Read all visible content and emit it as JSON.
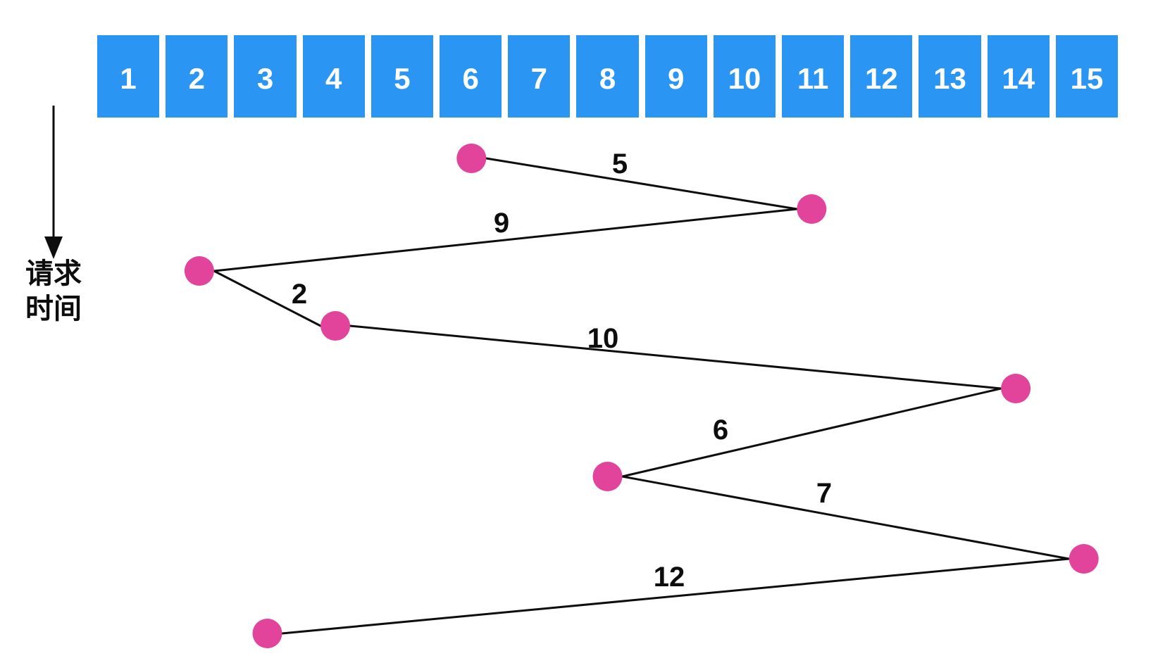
{
  "colors": {
    "bar_blue": "#2a95f2",
    "dot_pink": "#e2439b",
    "line_black": "#0d0d0d",
    "cell_text": "#ffffff",
    "background": "#ffffff"
  },
  "track_bar": {
    "cells": [
      "1",
      "2",
      "3",
      "4",
      "5",
      "6",
      "7",
      "8",
      "9",
      "10",
      "11",
      "12",
      "13",
      "14",
      "15"
    ]
  },
  "time_axis": {
    "label_line1": "请求",
    "label_line2": "时间",
    "arrow_direction": "down"
  },
  "chart_data": {
    "type": "scatter",
    "categories": [
      "1",
      "2",
      "3",
      "4",
      "5",
      "6",
      "7",
      "8",
      "9",
      "10",
      "11",
      "12",
      "13",
      "14",
      "15"
    ],
    "request_sequence": [
      6,
      11,
      2,
      4,
      14,
      8,
      15,
      3
    ],
    "seek_distances": [
      5,
      9,
      2,
      10,
      6,
      7,
      12
    ],
    "seek_distance_labels": [
      "5",
      "9",
      "2",
      "10",
      "6",
      "7",
      "12"
    ],
    "y_axis_label": "请求时间",
    "legend": "none",
    "grid": "off"
  }
}
